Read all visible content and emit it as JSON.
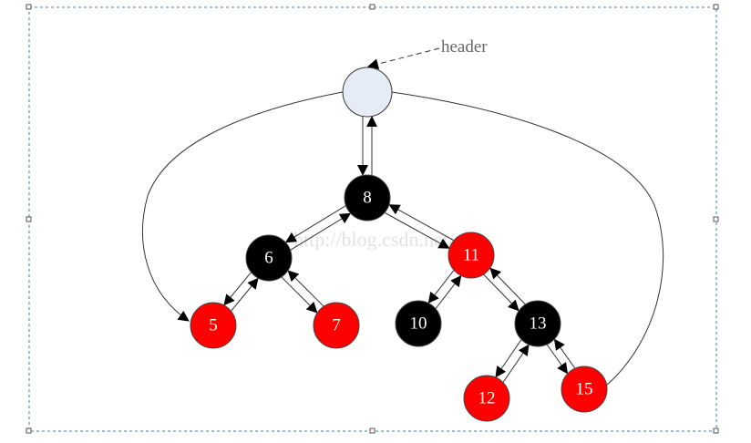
{
  "header": {
    "label": "header",
    "fill": "#e6ecf5"
  },
  "watermark": "http://blog.csdn.net/",
  "colors": {
    "red": "#ff0000",
    "black": "#000000",
    "edge": "#333333",
    "frame": "#3a7fb0"
  },
  "nodes": [
    {
      "id": "8",
      "label": "8",
      "color": "black"
    },
    {
      "id": "6",
      "label": "6",
      "color": "black"
    },
    {
      "id": "11",
      "label": "11",
      "color": "red"
    },
    {
      "id": "5",
      "label": "5",
      "color": "red"
    },
    {
      "id": "7",
      "label": "7",
      "color": "red"
    },
    {
      "id": "10",
      "label": "10",
      "color": "black"
    },
    {
      "id": "13",
      "label": "13",
      "color": "black"
    },
    {
      "id": "12",
      "label": "12",
      "color": "red"
    },
    {
      "id": "15",
      "label": "15",
      "color": "red"
    }
  ],
  "edges": [
    {
      "from": "header",
      "to": "8",
      "kind": "parent"
    },
    {
      "from": "8",
      "to": "header",
      "kind": "child"
    },
    {
      "from": "8",
      "to": "6",
      "kind": "child"
    },
    {
      "from": "6",
      "to": "8",
      "kind": "parent"
    },
    {
      "from": "8",
      "to": "11",
      "kind": "child"
    },
    {
      "from": "11",
      "to": "8",
      "kind": "parent"
    },
    {
      "from": "6",
      "to": "5",
      "kind": "child"
    },
    {
      "from": "5",
      "to": "6",
      "kind": "parent"
    },
    {
      "from": "6",
      "to": "7",
      "kind": "child"
    },
    {
      "from": "7",
      "to": "6",
      "kind": "parent"
    },
    {
      "from": "11",
      "to": "10",
      "kind": "child"
    },
    {
      "from": "10",
      "to": "11",
      "kind": "parent"
    },
    {
      "from": "11",
      "to": "13",
      "kind": "child"
    },
    {
      "from": "13",
      "to": "11",
      "kind": "parent"
    },
    {
      "from": "13",
      "to": "12",
      "kind": "child"
    },
    {
      "from": "12",
      "to": "13",
      "kind": "parent"
    },
    {
      "from": "13",
      "to": "15",
      "kind": "child"
    },
    {
      "from": "15",
      "to": "13",
      "kind": "parent"
    }
  ],
  "curves": [
    {
      "from": "header",
      "to": "5",
      "name": "leftmost"
    },
    {
      "from": "15",
      "to": "header",
      "name": "rightmost"
    }
  ]
}
